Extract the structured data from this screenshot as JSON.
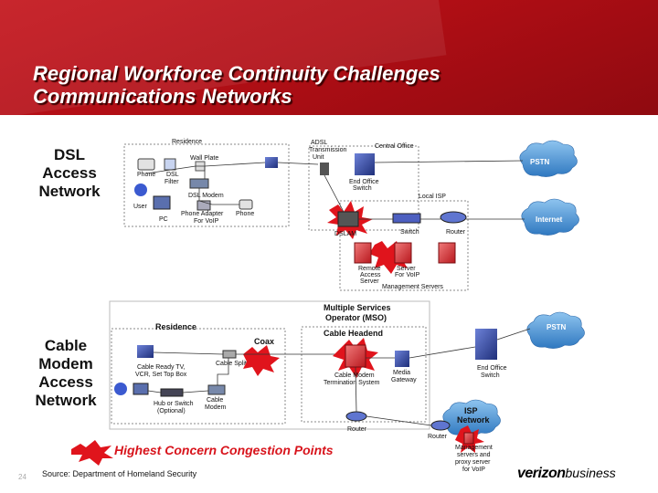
{
  "slide": {
    "title_line1": "Regional Workforce Continuity Challenges",
    "title_line2": "Communications Networks",
    "page_number": "24",
    "source": "Source: Department of Homeland Security"
  },
  "dsl_panel": {
    "label_line1": "DSL",
    "label_line2": "Access",
    "label_line3": "Network",
    "residence": "Residence",
    "wall_plate": "Wall Plate",
    "phone": "Phone",
    "dsl_filter_1": "DSL",
    "dsl_filter_2": "Filter",
    "user": "User",
    "dsl_modem": "DSL Modem",
    "pc": "PC",
    "phone_adapter_1": "Phone Adapter",
    "phone_adapter_2": "For VoIP",
    "phone_2": "Phone",
    "adsl_1": "ADSL",
    "adsl_2": "Transmission",
    "adsl_3": "Unit",
    "central_office": "Central Office",
    "end_office_1": "End Office",
    "end_office_2": "Switch",
    "local_isp": "Local ISP",
    "dslam": "DSLAM",
    "switch": "Switch",
    "router": "Router",
    "server_1": "Remote",
    "server_2": "Access",
    "server_3": "Server",
    "server_4": "Server",
    "server_5": "For VoIP",
    "mgmt": "Management Servers",
    "pstn": "PSTN",
    "internet": "Internet"
  },
  "cable_panel": {
    "label_line1": "Cable",
    "label_line2": "Modem",
    "label_line3": "Access",
    "label_line4": "Network",
    "mso_1": "Multiple Services",
    "mso_2": "Operator (MSO)",
    "residence": "Residence",
    "coax": "Coax",
    "cable_headend": "Cable Headend",
    "cable_ready_1": "Cable Ready TV,",
    "cable_ready_2": "VCR, Set Top Box",
    "cable_splitter": "Cable Splitter",
    "cmts_1": "Cable Modem",
    "cmts_2": "Termination System",
    "media_gateway_1": "Media",
    "media_gateway_2": "Gateway",
    "hub_1": "Hub or Switch",
    "hub_2": "(Optional)",
    "cable_modem_1": "Cable",
    "cable_modem_2": "Modem",
    "router_1": "Router",
    "router_2": "Router",
    "pstn": "PSTN",
    "end_office_1": "End Office",
    "end_office_2": "Switch",
    "isp_1": "ISP",
    "isp_2": "Network",
    "mgmt_1": "Management",
    "mgmt_2": "servers and",
    "mgmt_3": "proxy server",
    "mgmt_4": "for VoIP"
  },
  "legend": {
    "text": "Highest Concern Congestion Points"
  },
  "logo": {
    "brand": "verizon",
    "sub": "business"
  },
  "colors": {
    "banner_red": "#b80f16",
    "congestion_red": "#e0141c",
    "cloud_blue": "#4a8fd0",
    "device_blue": "#2e3f8f"
  }
}
